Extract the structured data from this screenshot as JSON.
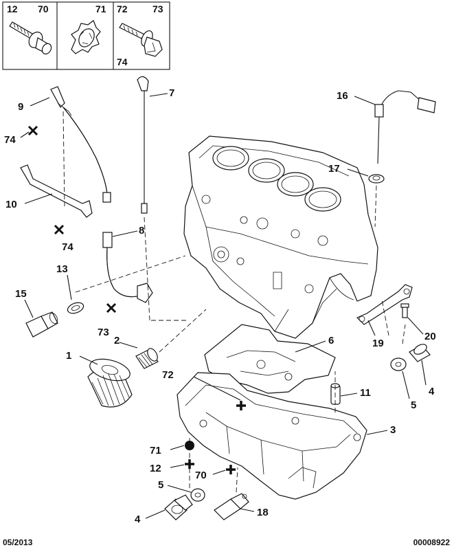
{
  "legend_box": {
    "cells": [
      {
        "left_label": "12",
        "right_label": "70"
      },
      {
        "left_label": "",
        "right_label": "71"
      },
      {
        "left_label": "72",
        "right_label": "73",
        "bottom_label": "74"
      }
    ]
  },
  "callouts": [
    {
      "text": "9"
    },
    {
      "text": "74"
    },
    {
      "text": "7"
    },
    {
      "text": "16"
    },
    {
      "text": "17"
    },
    {
      "text": "10"
    },
    {
      "text": "74"
    },
    {
      "text": "8"
    },
    {
      "text": "13"
    },
    {
      "text": "15"
    },
    {
      "text": "73"
    },
    {
      "text": "2"
    },
    {
      "text": "1"
    },
    {
      "text": "6"
    },
    {
      "text": "19"
    },
    {
      "text": "20"
    },
    {
      "text": "72"
    },
    {
      "text": "11"
    },
    {
      "text": "5"
    },
    {
      "text": "4"
    },
    {
      "text": "3"
    },
    {
      "text": "71"
    },
    {
      "text": "12"
    },
    {
      "text": "70"
    },
    {
      "text": "5"
    },
    {
      "text": "4"
    },
    {
      "text": "18"
    }
  ],
  "footer": {
    "date": "05/2013",
    "ref": "00008922"
  }
}
